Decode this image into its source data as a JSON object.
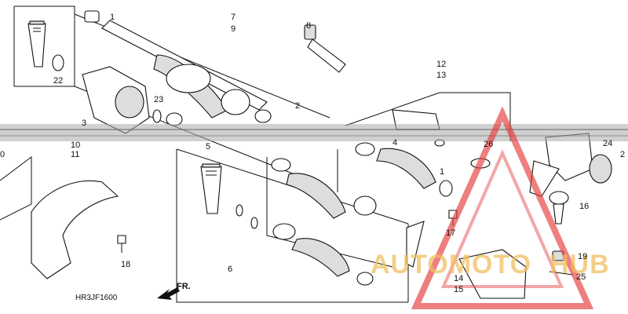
{
  "diagram": {
    "code": "HR3JF1600",
    "direction_label": "FR.",
    "watermark": {
      "left_text": "AUTOMOTO",
      "right_text": "HUB",
      "color_red": "#e53a3a",
      "color_gold": "#f0c060"
    },
    "callouts": [
      "1",
      "22",
      "7",
      "9",
      "8",
      "3",
      "23",
      "2",
      "12",
      "13",
      "4",
      "26",
      "24",
      "2",
      "10",
      "11",
      "5",
      "1",
      "16",
      "17",
      "6",
      "18",
      "14",
      "15",
      "19",
      "25",
      "0"
    ]
  }
}
